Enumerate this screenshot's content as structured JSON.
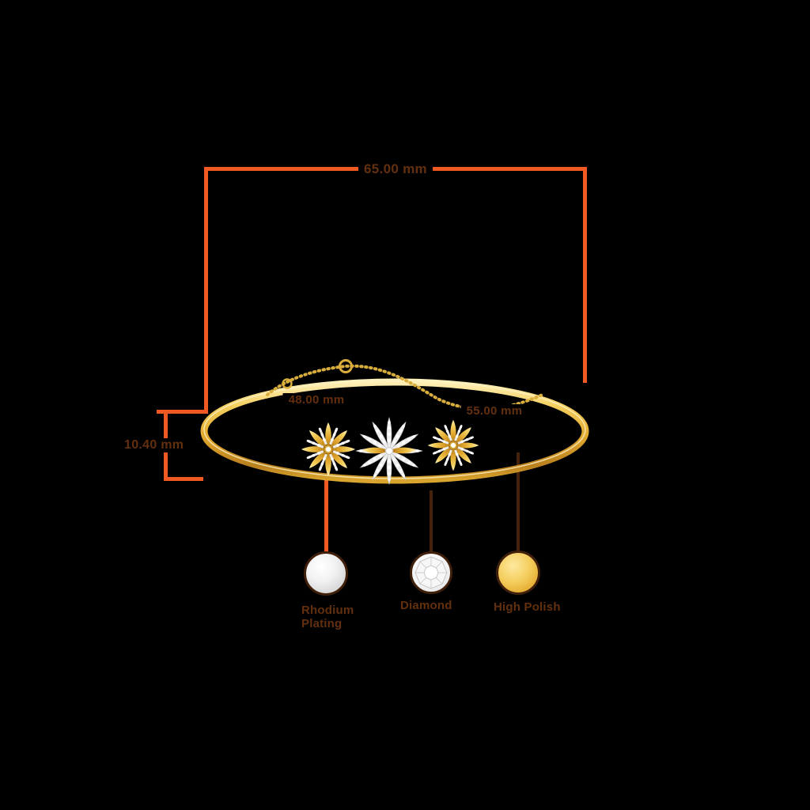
{
  "diagram": {
    "title": "bracelet-dimension-diagram",
    "dimensions": {
      "overall_width": "65.00 mm",
      "chain_width": "48.00 mm",
      "inner_width": "55.00 mm",
      "band_height": "10.40 mm"
    },
    "legend": [
      {
        "label": "Rhodium\nPlating",
        "swatch": "rhodium-swatch"
      },
      {
        "label": "Diamond",
        "swatch": "diamond-swatch"
      },
      {
        "label": "High Polish",
        "swatch": "gold-swatch"
      }
    ],
    "colors": {
      "background": "#000000",
      "dimension_line": "#f05a22",
      "callout_line": "#47220a",
      "label_text": "#63300f",
      "gold": "#e9b83a",
      "rhodium": "#d8d8d8",
      "diamond": "#f2f2f2"
    }
  }
}
